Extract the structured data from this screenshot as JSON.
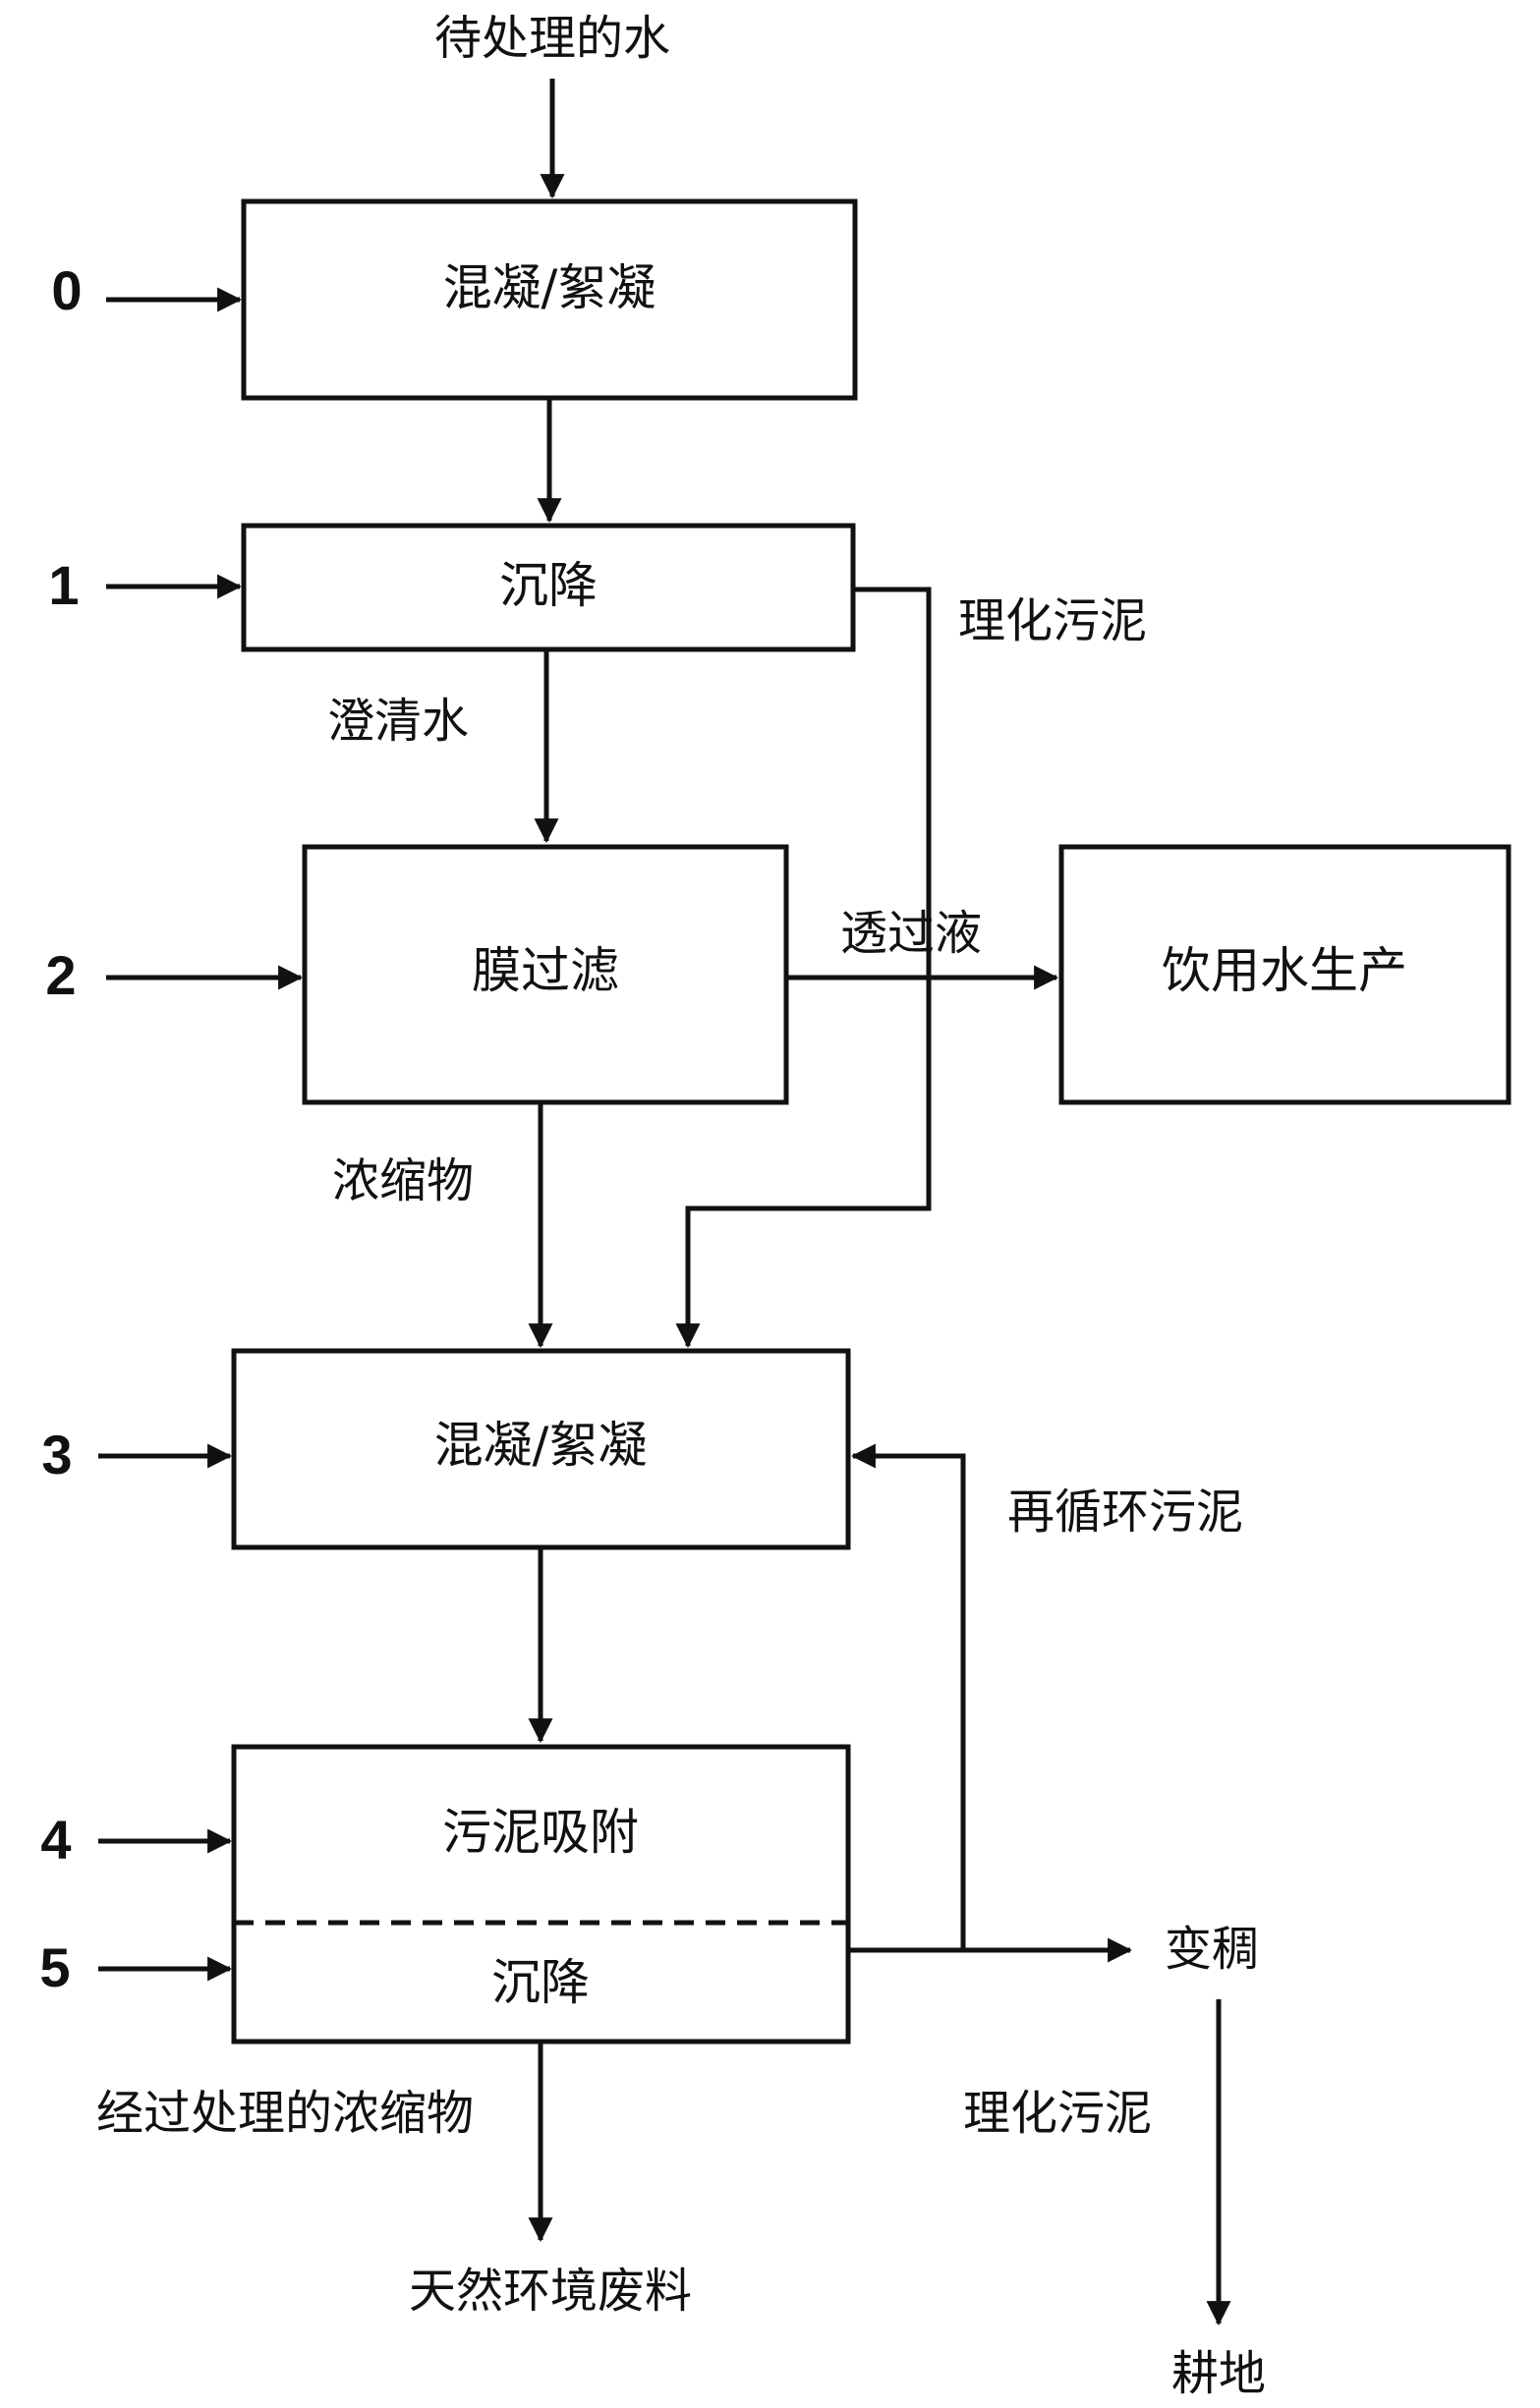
{
  "diagram": {
    "input_water": "待处理的水",
    "boxes": {
      "coag1": "混凝/絮凝",
      "settle1": "沉降",
      "membrane": "膜过滤",
      "drinking": "饮用水生产",
      "coag2": "混凝/絮凝",
      "adsorb": "污泥吸附",
      "settle2": "沉降"
    },
    "steps": [
      "0",
      "1",
      "2",
      "3",
      "4",
      "5"
    ],
    "flows": {
      "sludge1": "理化污泥",
      "clarified": "澄清水",
      "permeate": "透过液",
      "concentrate": "浓缩物",
      "recycle": "再循环污泥",
      "thicken": "变稠",
      "sludge2": "理化污泥",
      "treated_concentrate": "经过处理的浓缩物",
      "natural_waste": "天然环境废料",
      "farmland": "耕地"
    },
    "colors": {
      "line": "#111111",
      "background": "#ffffff"
    }
  }
}
